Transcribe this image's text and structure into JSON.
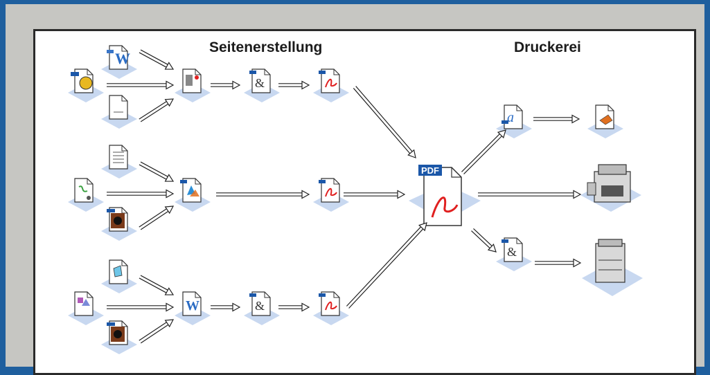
{
  "headings": {
    "page_creation": "Seitenerstellung",
    "print_shop": "Druckerei"
  },
  "labels": {
    "pdf_tag": "PDF"
  },
  "colors": {
    "outer_border": "#1f5f9e",
    "frame": "#c6c6c2",
    "panel": "#ffffff",
    "shadow": "#c8d8f0",
    "arrow_stroke": "#222222",
    "pdf_red": "#e02020",
    "tag_blue": "#1b57a8"
  },
  "icons": [
    "word-document-icon",
    "photo-document-icon",
    "text-document-icon",
    "layout-document-icon",
    "eps-document-icon",
    "pdf-document-icon",
    "spreadsheet-document-icon",
    "vector-graphic-icon",
    "tiff-image-icon",
    "illustration-document-icon",
    "image-document-icon",
    "diagram-document-icon",
    "photo-image-icon",
    "postscript-document-icon",
    "proof-document-icon",
    "printing-press-icon",
    "laser-printer-icon"
  ]
}
